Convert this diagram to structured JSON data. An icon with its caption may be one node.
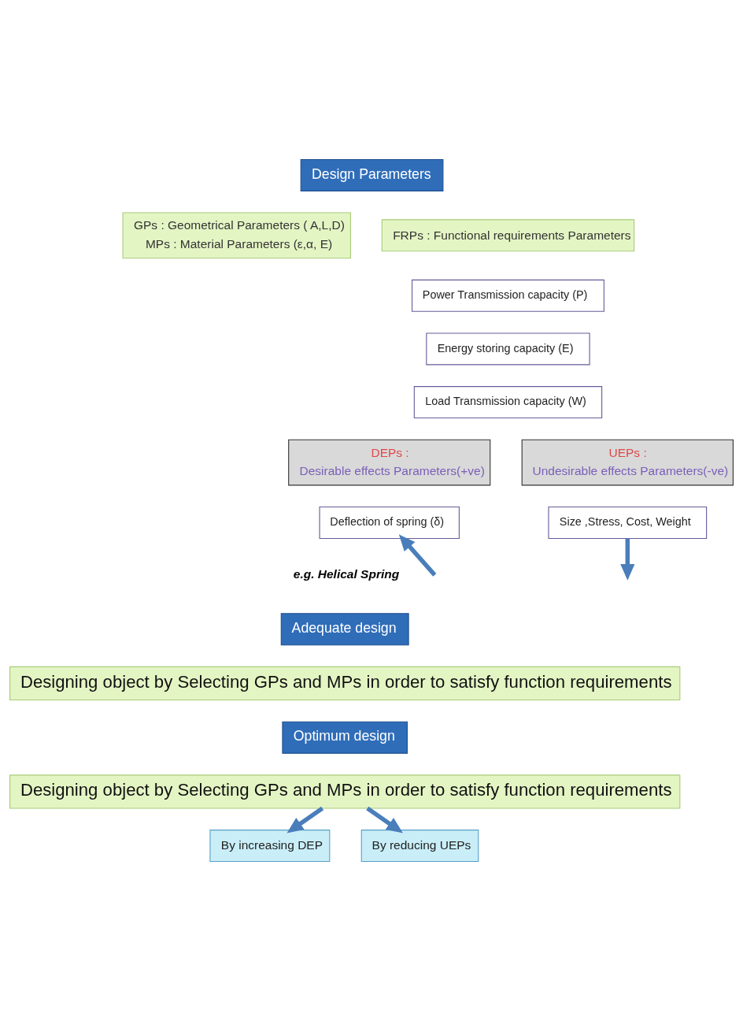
{
  "diagram": {
    "nodes": [
      {
        "text": [
          "Design Parameters"
        ]
      },
      {
        "text": [
          "GPs : Geometrical Parameters ( A,L,D)",
          "MPs : Material Parameters (ε,α, E)"
        ]
      },
      {
        "text": [
          "FRPs : Functional requirements Parameters"
        ]
      },
      {
        "text": [
          "Power Transmission capacity (P)"
        ]
      },
      {
        "text": [
          "Energy storing capacity (E)"
        ]
      },
      {
        "text": [
          "Load Transmission capacity (W)"
        ]
      },
      {
        "text": [
          "DEPs :",
          "Desirable effects Parameters(+ve)"
        ]
      },
      {
        "text": [
          "UEPs :",
          "Undesirable effects Parameters(-ve)"
        ]
      },
      {
        "text": [
          "Deflection of spring (δ)"
        ]
      },
      {
        "text": [
          "Size ,Stress, Cost, Weight"
        ]
      },
      {
        "text": [
          "Adequate design"
        ]
      },
      {
        "text": [
          "Designing object by Selecting GPs and MPs in order to satisfy function requirements"
        ]
      },
      {
        "text": [
          "Optimum design"
        ]
      },
      {
        "text": [
          "Designing object by Selecting GPs and MPs in order to satisfy function requirements"
        ]
      },
      {
        "text": [
          "By increasing DEP"
        ]
      },
      {
        "text": [
          "By reducing UEPs"
        ]
      }
    ],
    "edges": [
      {
        "from": null,
        "to": 8,
        "arrow": "to"
      },
      {
        "from": 9,
        "to": null,
        "arrow": "to"
      },
      {
        "from": 13,
        "to": 14,
        "arrow": "to"
      },
      {
        "from": 13,
        "to": 15,
        "arrow": "to"
      }
    ],
    "labels": [
      "e.g. Helical Spring"
    ]
  }
}
